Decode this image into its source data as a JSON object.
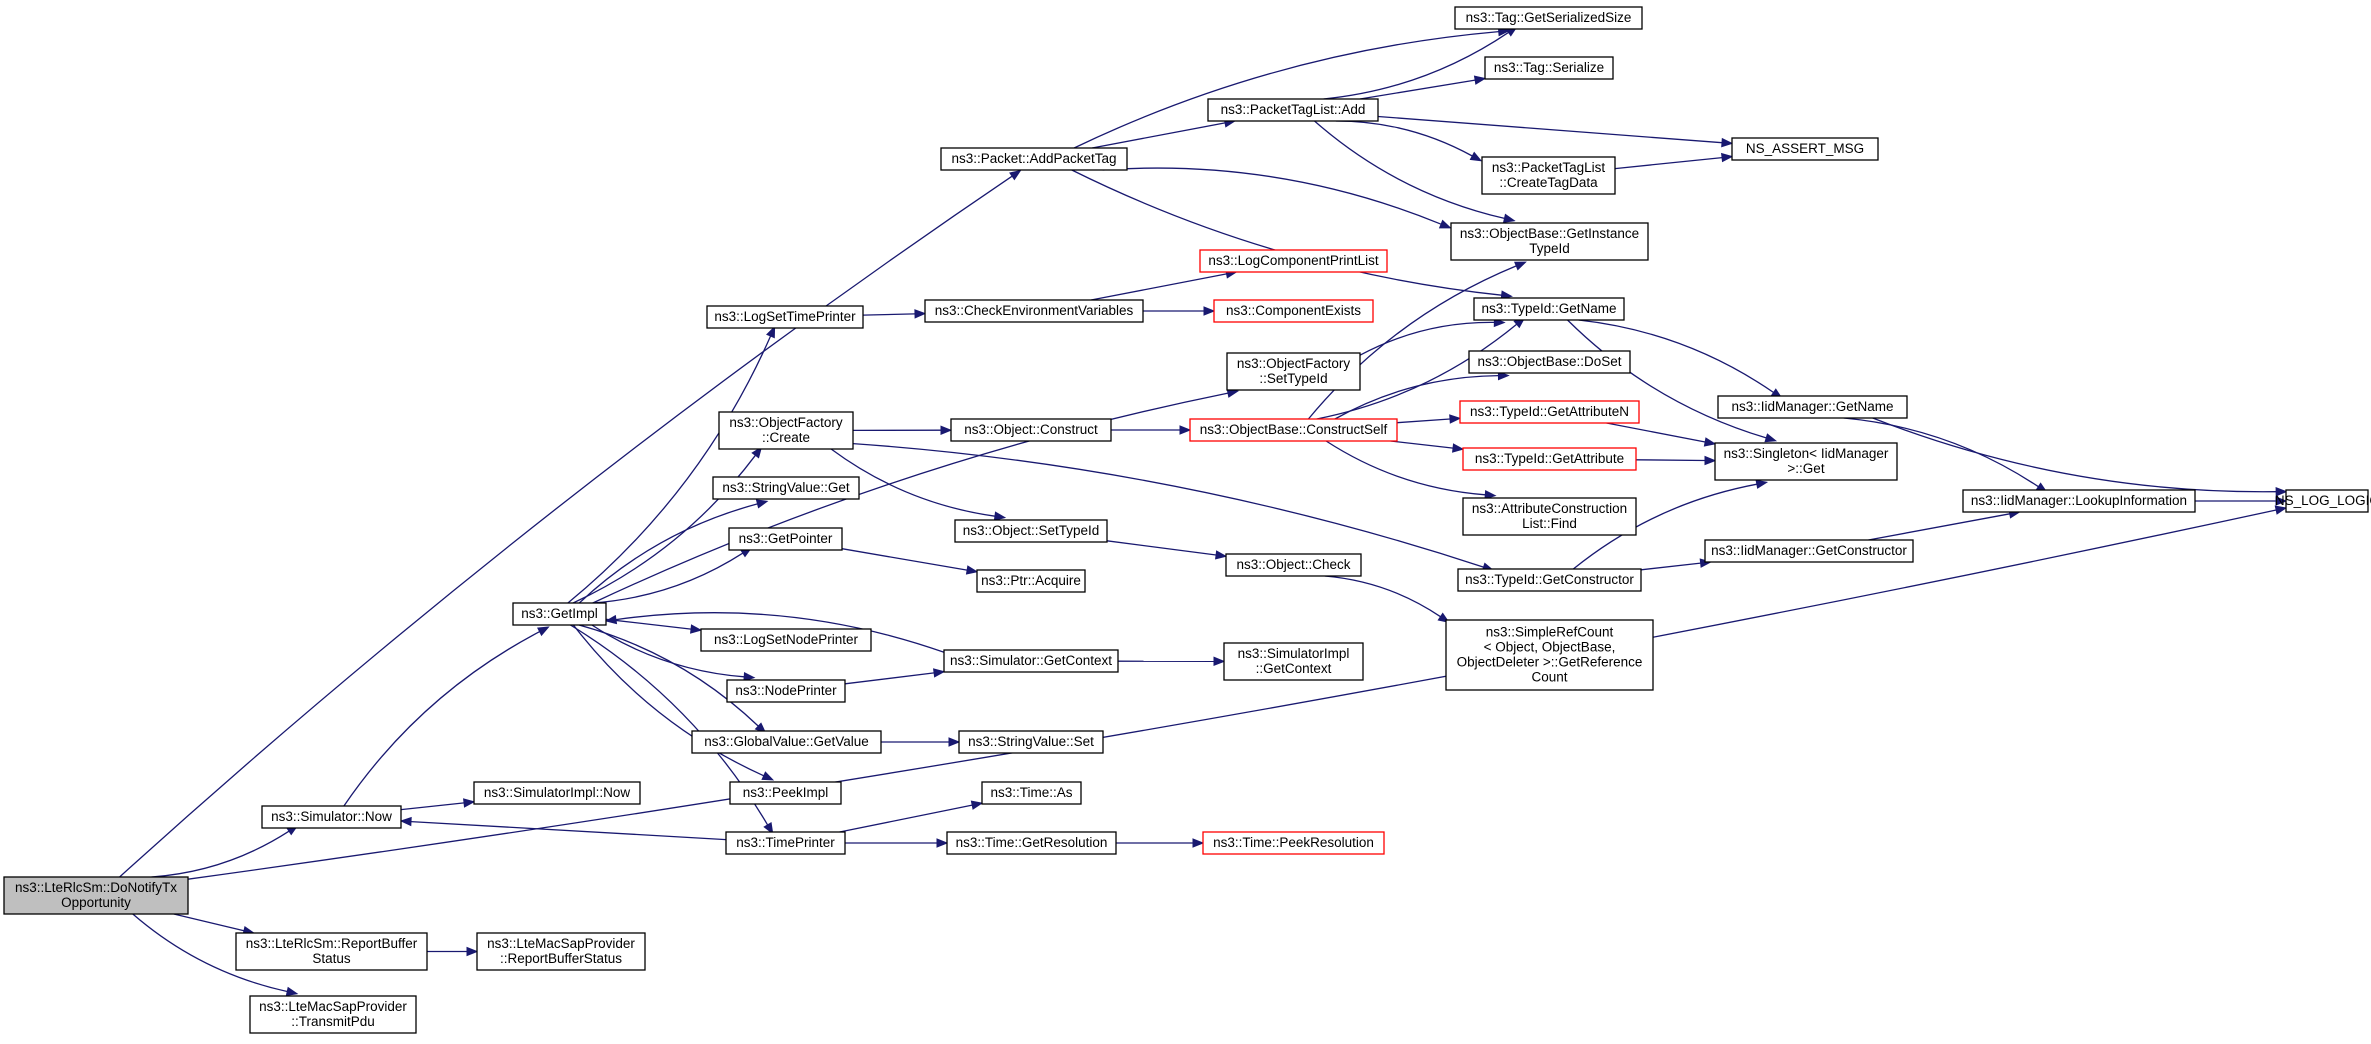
{
  "nodes": [
    {
      "id": "root",
      "lines": [
        "ns3::LteRlcSm::DoNotifyTx",
        "Opportunity"
      ],
      "style": "root"
    },
    {
      "id": "sim_now",
      "lines": [
        "ns3::Simulator::Now"
      ],
      "style": "normal"
    },
    {
      "id": "report_buffer",
      "lines": [
        "ns3::LteRlcSm::ReportBuffer",
        "Status"
      ],
      "style": "normal"
    },
    {
      "id": "transmit_pdu",
      "lines": [
        "ns3::LteMacSapProvider",
        "::TransmitPdu"
      ],
      "style": "normal"
    },
    {
      "id": "mac_report",
      "lines": [
        "ns3::LteMacSapProvider",
        "::ReportBufferStatus"
      ],
      "style": "normal"
    },
    {
      "id": "simimpl_now",
      "lines": [
        "ns3::SimulatorImpl::Now"
      ],
      "style": "normal"
    },
    {
      "id": "getimpl",
      "lines": [
        "ns3::GetImpl"
      ],
      "style": "normal"
    },
    {
      "id": "log_set_time",
      "lines": [
        "ns3::LogSetTimePrinter"
      ],
      "style": "normal"
    },
    {
      "id": "of_create",
      "lines": [
        "ns3::ObjectFactory",
        "::Create"
      ],
      "style": "normal"
    },
    {
      "id": "stringvalue_get",
      "lines": [
        "ns3::StringValue::Get"
      ],
      "style": "normal"
    },
    {
      "id": "getpointer",
      "lines": [
        "ns3::GetPointer"
      ],
      "style": "normal"
    },
    {
      "id": "log_set_node",
      "lines": [
        "ns3::LogSetNodePrinter"
      ],
      "style": "normal"
    },
    {
      "id": "nodeprinter",
      "lines": [
        "ns3::NodePrinter"
      ],
      "style": "normal"
    },
    {
      "id": "gv_getvalue",
      "lines": [
        "ns3::GlobalValue::GetValue"
      ],
      "style": "normal"
    },
    {
      "id": "peekimpl",
      "lines": [
        "ns3::PeekImpl"
      ],
      "style": "normal"
    },
    {
      "id": "timeprinter",
      "lines": [
        "ns3::TimePrinter"
      ],
      "style": "normal"
    },
    {
      "id": "add_packet_tag",
      "lines": [
        "ns3::Packet::AddPacketTag"
      ],
      "style": "normal"
    },
    {
      "id": "check_env",
      "lines": [
        "ns3::CheckEnvironmentVariables"
      ],
      "style": "normal"
    },
    {
      "id": "object_construct",
      "lines": [
        "ns3::Object::Construct"
      ],
      "style": "normal"
    },
    {
      "id": "object_settypeid",
      "lines": [
        "ns3::Object::SetTypeId"
      ],
      "style": "normal"
    },
    {
      "id": "ptr_acquire",
      "lines": [
        "ns3::Ptr::Acquire"
      ],
      "style": "normal"
    },
    {
      "id": "sim_getcontext",
      "lines": [
        "ns3::Simulator::GetContext"
      ],
      "style": "normal"
    },
    {
      "id": "stringvalue_set",
      "lines": [
        "ns3::StringValue::Set"
      ],
      "style": "normal"
    },
    {
      "id": "time_as",
      "lines": [
        "ns3::Time::As"
      ],
      "style": "normal"
    },
    {
      "id": "time_getres",
      "lines": [
        "ns3::Time::GetResolution"
      ],
      "style": "normal"
    },
    {
      "id": "log_comp_print",
      "lines": [
        "ns3::LogComponentPrintList"
      ],
      "style": "red"
    },
    {
      "id": "comp_exists",
      "lines": [
        "ns3::ComponentExists"
      ],
      "style": "red"
    },
    {
      "id": "of_settypeid",
      "lines": [
        "ns3::ObjectFactory",
        "::SetTypeId"
      ],
      "style": "normal"
    },
    {
      "id": "ptl_add",
      "lines": [
        "ns3::PacketTagList::Add"
      ],
      "style": "normal"
    },
    {
      "id": "ob_constructself",
      "lines": [
        "ns3::ObjectBase::ConstructSelf"
      ],
      "style": "red"
    },
    {
      "id": "object_check",
      "lines": [
        "ns3::Object::Check"
      ],
      "style": "normal"
    },
    {
      "id": "simimpl_getcontext",
      "lines": [
        "ns3::SimulatorImpl",
        "::GetContext"
      ],
      "style": "normal"
    },
    {
      "id": "time_peekres",
      "lines": [
        "ns3::Time::PeekResolution"
      ],
      "style": "red"
    },
    {
      "id": "tag_getsersize",
      "lines": [
        "ns3::Tag::GetSerializedSize"
      ],
      "style": "normal"
    },
    {
      "id": "tag_serialize",
      "lines": [
        "ns3::Tag::Serialize"
      ],
      "style": "normal"
    },
    {
      "id": "ptl_createtag",
      "lines": [
        "ns3::PacketTagList",
        "::CreateTagData"
      ],
      "style": "normal"
    },
    {
      "id": "ob_getinstance",
      "lines": [
        "ns3::ObjectBase::GetInstance",
        "TypeId"
      ],
      "style": "normal"
    },
    {
      "id": "typeid_getname",
      "lines": [
        "ns3::TypeId::GetName"
      ],
      "style": "normal"
    },
    {
      "id": "ob_doset",
      "lines": [
        "ns3::ObjectBase::DoSet"
      ],
      "style": "normal"
    },
    {
      "id": "typeid_getattrn",
      "lines": [
        "ns3::TypeId::GetAttributeN"
      ],
      "style": "red"
    },
    {
      "id": "typeid_getattr",
      "lines": [
        "ns3::TypeId::GetAttribute"
      ],
      "style": "red"
    },
    {
      "id": "attr_constr_find",
      "lines": [
        "ns3::AttributeConstruction",
        "List::Find"
      ],
      "style": "normal"
    },
    {
      "id": "typeid_getconstructor",
      "lines": [
        "ns3::TypeId::GetConstructor"
      ],
      "style": "normal"
    },
    {
      "id": "simplerefcount",
      "lines": [
        "ns3::SimpleRefCount",
        "< Object, ObjectBase,",
        "ObjectDeleter >::GetReference",
        "Count"
      ],
      "style": "normal"
    },
    {
      "id": "ns_assert_msg",
      "lines": [
        "NS_ASSERT_MSG"
      ],
      "style": "normal"
    },
    {
      "id": "iid_getname",
      "lines": [
        "ns3::IidManager::GetName"
      ],
      "style": "normal"
    },
    {
      "id": "singleton_get",
      "lines": [
        "ns3::Singleton< IidManager",
        ">::Get"
      ],
      "style": "normal"
    },
    {
      "id": "iid_getconstructor",
      "lines": [
        "ns3::IidManager::GetConstructor"
      ],
      "style": "normal"
    },
    {
      "id": "iid_lookup",
      "lines": [
        "ns3::IidManager::LookupInformation"
      ],
      "style": "normal"
    },
    {
      "id": "ns_log_logic",
      "lines": [
        "NS_LOG_LOGIC"
      ],
      "style": "normal"
    }
  ],
  "edges": [
    [
      "root",
      "sim_now"
    ],
    [
      "root",
      "add_packet_tag"
    ],
    [
      "root",
      "ns_log_logic"
    ],
    [
      "root",
      "report_buffer"
    ],
    [
      "root",
      "transmit_pdu"
    ],
    [
      "sim_now",
      "getimpl"
    ],
    [
      "sim_now",
      "simimpl_now"
    ],
    [
      "report_buffer",
      "mac_report"
    ],
    [
      "getimpl",
      "log_set_time"
    ],
    [
      "getimpl",
      "of_settypeid"
    ],
    [
      "getimpl",
      "of_create"
    ],
    [
      "getimpl",
      "stringvalue_get"
    ],
    [
      "getimpl",
      "getpointer"
    ],
    [
      "getimpl",
      "log_set_node"
    ],
    [
      "getimpl",
      "nodeprinter"
    ],
    [
      "getimpl",
      "gv_getvalue"
    ],
    [
      "getimpl",
      "peekimpl"
    ],
    [
      "getimpl",
      "timeprinter"
    ],
    [
      "sim_getcontext",
      "getimpl"
    ],
    [
      "timeprinter",
      "sim_now"
    ],
    [
      "log_set_time",
      "check_env"
    ],
    [
      "of_create",
      "object_construct"
    ],
    [
      "of_create",
      "object_settypeid"
    ],
    [
      "of_create",
      "typeid_getconstructor"
    ],
    [
      "getpointer",
      "ptr_acquire"
    ],
    [
      "nodeprinter",
      "sim_getcontext"
    ],
    [
      "gv_getvalue",
      "stringvalue_set"
    ],
    [
      "timeprinter",
      "time_as"
    ],
    [
      "timeprinter",
      "time_getres"
    ],
    [
      "add_packet_tag",
      "tag_getsersize"
    ],
    [
      "add_packet_tag",
      "ptl_add"
    ],
    [
      "add_packet_tag",
      "ob_getinstance"
    ],
    [
      "add_packet_tag",
      "typeid_getname"
    ],
    [
      "check_env",
      "log_comp_print"
    ],
    [
      "check_env",
      "comp_exists"
    ],
    [
      "object_construct",
      "ob_constructself"
    ],
    [
      "object_settypeid",
      "object_check"
    ],
    [
      "sim_getcontext",
      "simimpl_getcontext"
    ],
    [
      "time_getres",
      "time_peekres"
    ],
    [
      "of_settypeid",
      "typeid_getname"
    ],
    [
      "ptl_add",
      "tag_getsersize"
    ],
    [
      "ptl_add",
      "tag_serialize"
    ],
    [
      "ptl_add",
      "ns_assert_msg"
    ],
    [
      "ptl_add",
      "ptl_createtag"
    ],
    [
      "ptl_add",
      "ob_getinstance"
    ],
    [
      "ob_constructself",
      "ob_getinstance"
    ],
    [
      "ob_constructself",
      "typeid_getname"
    ],
    [
      "ob_constructself",
      "ob_doset"
    ],
    [
      "ob_constructself",
      "typeid_getattrn"
    ],
    [
      "ob_constructself",
      "typeid_getattr"
    ],
    [
      "ob_constructself",
      "attr_constr_find"
    ],
    [
      "object_check",
      "simplerefcount"
    ],
    [
      "ptl_createtag",
      "ns_assert_msg"
    ],
    [
      "typeid_getname",
      "iid_getname"
    ],
    [
      "typeid_getname",
      "singleton_get"
    ],
    [
      "typeid_getattrn",
      "singleton_get"
    ],
    [
      "typeid_getattr",
      "singleton_get"
    ],
    [
      "typeid_getconstructor",
      "singleton_get"
    ],
    [
      "typeid_getconstructor",
      "iid_getconstructor"
    ],
    [
      "iid_getname",
      "iid_lookup"
    ],
    [
      "iid_getname",
      "ns_log_logic"
    ],
    [
      "iid_getconstructor",
      "iid_lookup"
    ],
    [
      "iid_lookup",
      "ns_log_logic"
    ]
  ]
}
